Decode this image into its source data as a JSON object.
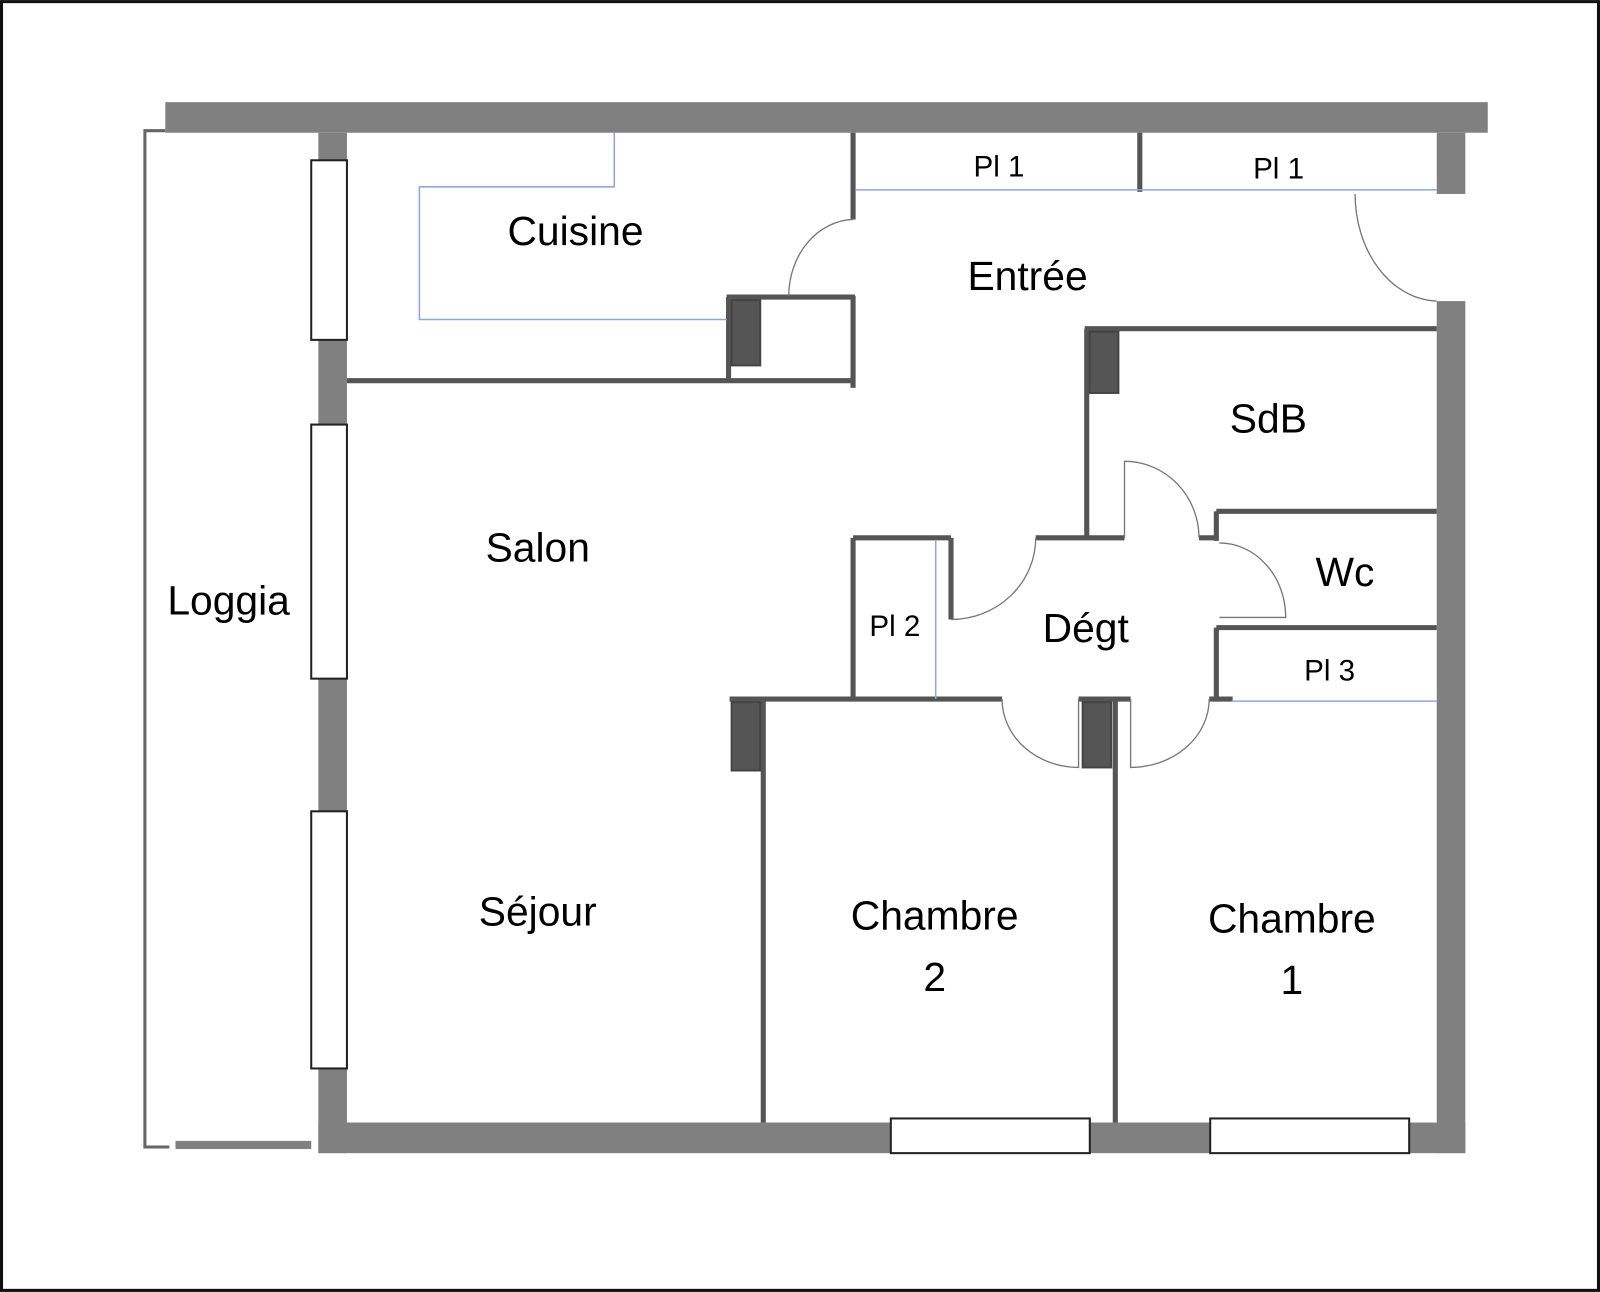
{
  "plan": {
    "rooms": {
      "cuisine": "Cuisine",
      "entree": "Entrée",
      "pl1_a": "Pl 1",
      "pl1_b": "Pl 1",
      "sdb": "SdB",
      "wc": "Wc",
      "salon": "Salon",
      "loggia": "Loggia",
      "pl2": "Pl 2",
      "degt": "Dégt",
      "pl3": "Pl 3",
      "sejour": "Séjour",
      "chambre2_line1": "Chambre",
      "chambre2_line2": "2",
      "chambre1_line1": "Chambre",
      "chambre1_line2": "1"
    },
    "colors": {
      "wall": "#808080",
      "partition": "#555555",
      "closet_line": "#8fa8d8"
    }
  }
}
